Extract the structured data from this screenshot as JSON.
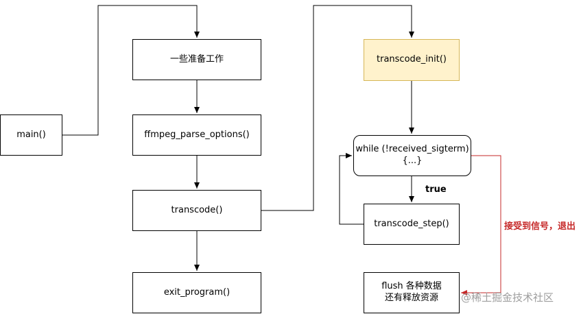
{
  "nodes": {
    "main": "main()",
    "prep": "一些准备工作",
    "parse": "ffmpeg_parse_options()",
    "transcode": "transcode()",
    "exit": "exit_program()",
    "init": "transcode_init()",
    "while_line1": "while (!received_sigterm)",
    "while_line2": "{...}",
    "step": "transcode_step()",
    "flush_line1": "flush 各种数据",
    "flush_line2": "还有释放资源"
  },
  "labels": {
    "true_label": "true",
    "signal_label": "接受到信号，退出"
  },
  "watermark": "@稀土掘金技术社区",
  "colors": {
    "highlight_fill": "#fff2cc",
    "highlight_border": "#d6b656",
    "signal_edge": "#c62828"
  }
}
